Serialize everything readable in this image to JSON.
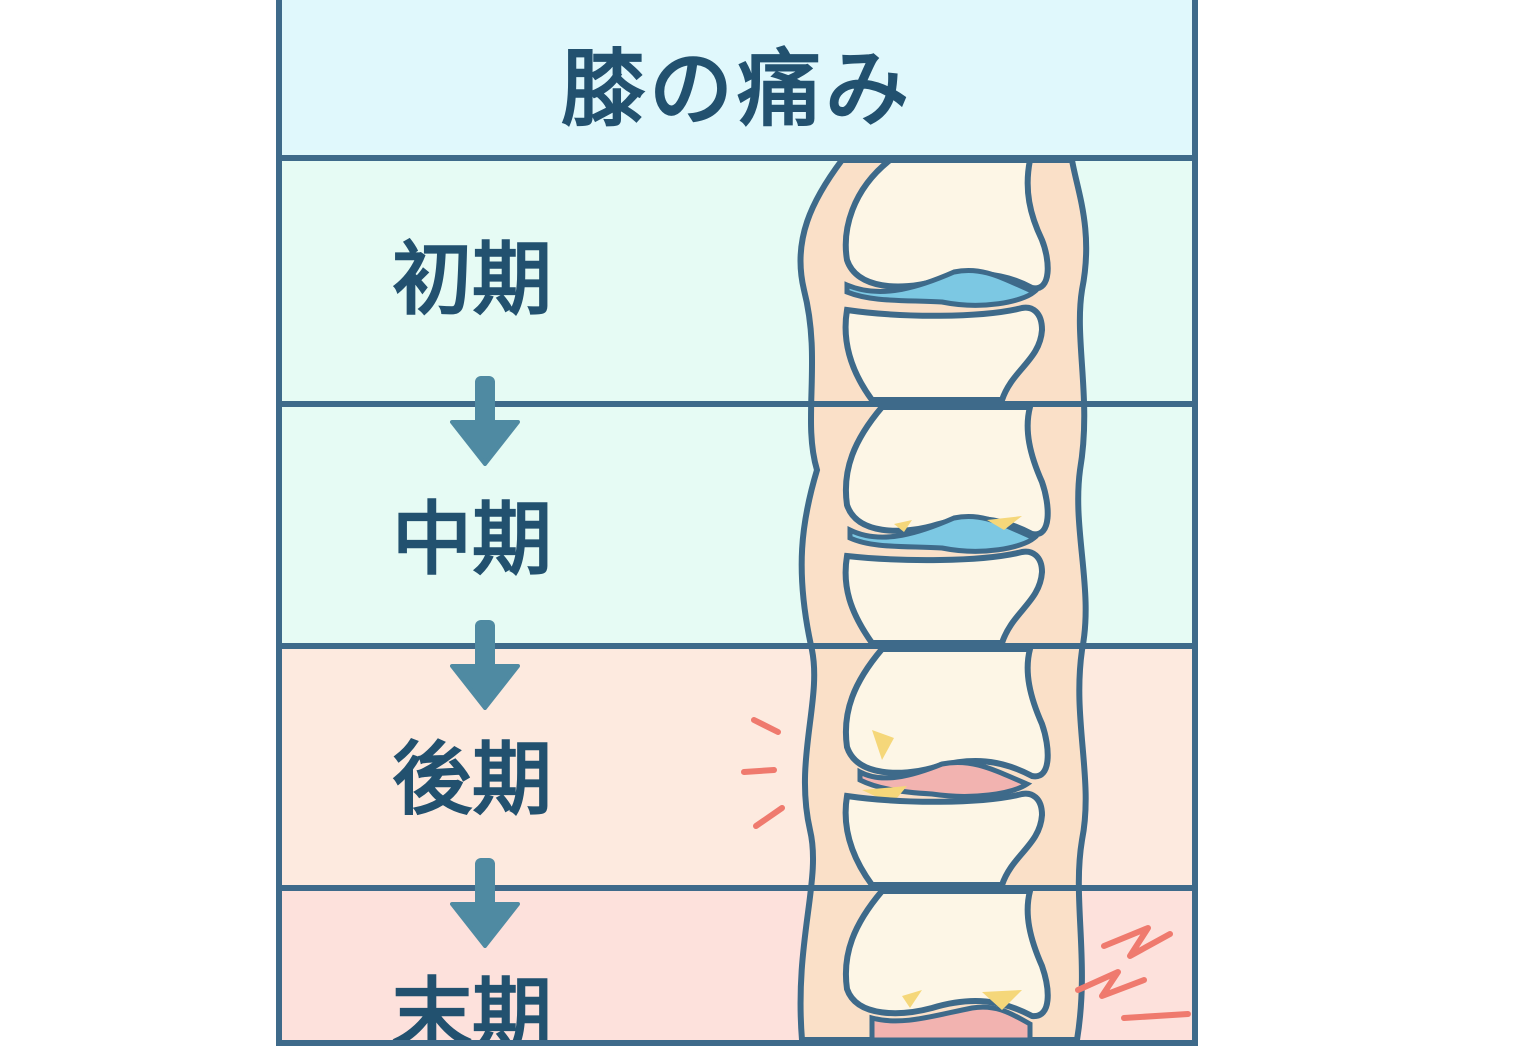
{
  "title": "膝の痛み",
  "stages": [
    {
      "label": "初期",
      "background": "#e6fbf4"
    },
    {
      "label": "中期",
      "background": "#e6fbf4"
    },
    {
      "label": "後期",
      "background": "#fdeadf"
    },
    {
      "label": "末期",
      "background": "#fde1dc"
    }
  ],
  "colors": {
    "outline": "#3e6a8a",
    "title_text": "#22516f",
    "cartilage_healthy": "#7cc8e3",
    "cartilage_damaged": "#f2b3b0",
    "bone": "#fdf6e6",
    "soft_tissue": "#fae0c8",
    "osteophyte": "#f5d77a",
    "pain_mark": "#ef7a6e",
    "arrow": "#4f8aa2"
  },
  "icons": [
    "down-arrow-icon",
    "pain-lines-icon",
    "pain-zigzag-icon"
  ]
}
